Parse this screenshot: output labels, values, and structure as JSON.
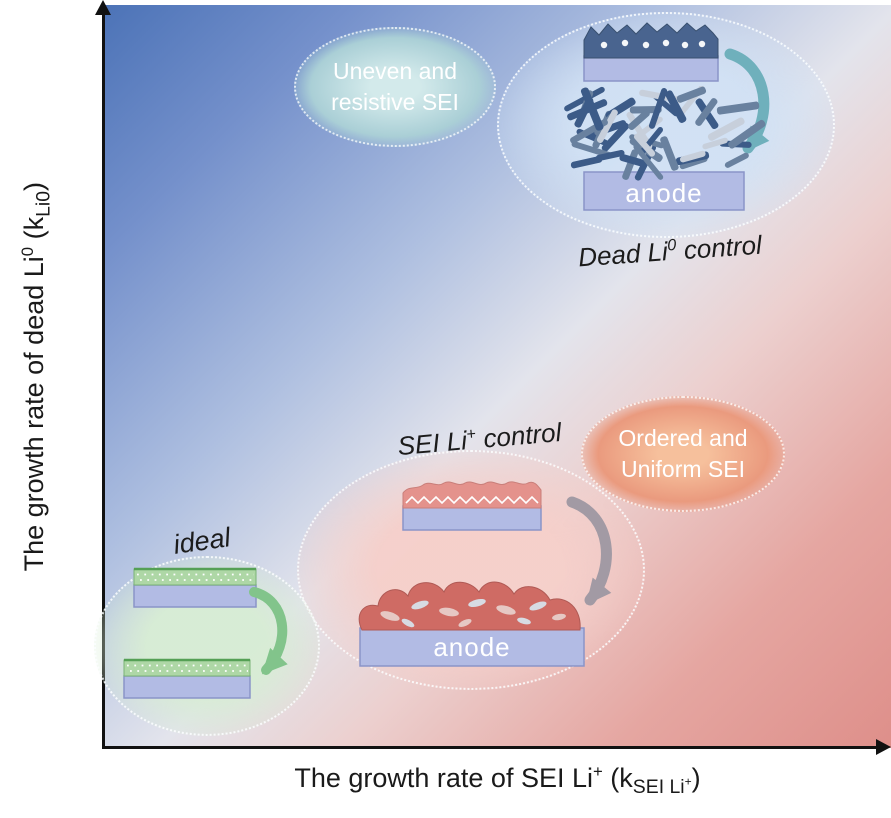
{
  "axis": {
    "y": {
      "text": "The growth rate of dead Li",
      "sup": "0",
      "mid": " (k",
      "sub": "Li0",
      "end": ")"
    },
    "x": {
      "text": "The growth rate of SEI Li",
      "sup": "+",
      "mid": " (k",
      "sub": "SEI Li",
      "sub_sup": "+",
      "end": ")"
    }
  },
  "labels": {
    "uneven_sei_line1": "Uneven and",
    "uneven_sei_line2": "resistive SEI",
    "ordered_sei_line1": "Ordered and",
    "ordered_sei_line2": "Uniform SEI",
    "ideal": "ideal",
    "anode_dead_li": "anode",
    "anode_sei_li": "anode"
  },
  "captions": {
    "dead_li": {
      "pre": "Dead Li",
      "sup": "0",
      "post": " control"
    },
    "sei_li": {
      "pre": "SEI Li",
      "sup": "+",
      "post": " control"
    }
  },
  "colors": {
    "bg_blue": "#4c73b7",
    "bg_red": "#de8f8a",
    "slab": "#b2bbe4",
    "slab_border": "#8a94c8",
    "sei_dark": "#49648f",
    "sei_pink": "#e4928c",
    "moss_red": "#cf6b64",
    "green_band": "#aed7a6",
    "whisker_dark": "#3c5b88",
    "whisker_mid": "#69819f",
    "whisker_light": "#c7cfdb",
    "arrow_teal": "#6fb0bc",
    "arrow_gray": "#a29aa4",
    "arrow_green": "#82c48b",
    "region_blue": "#d0e0f4",
    "region_pink": "#f4cec9",
    "region_green": "#d6ecd4",
    "label_teal": "#aacfd6",
    "label_orange": "#ea9a7e",
    "axis_text": "#1a1a1a",
    "anode_text": "#ffffff"
  }
}
